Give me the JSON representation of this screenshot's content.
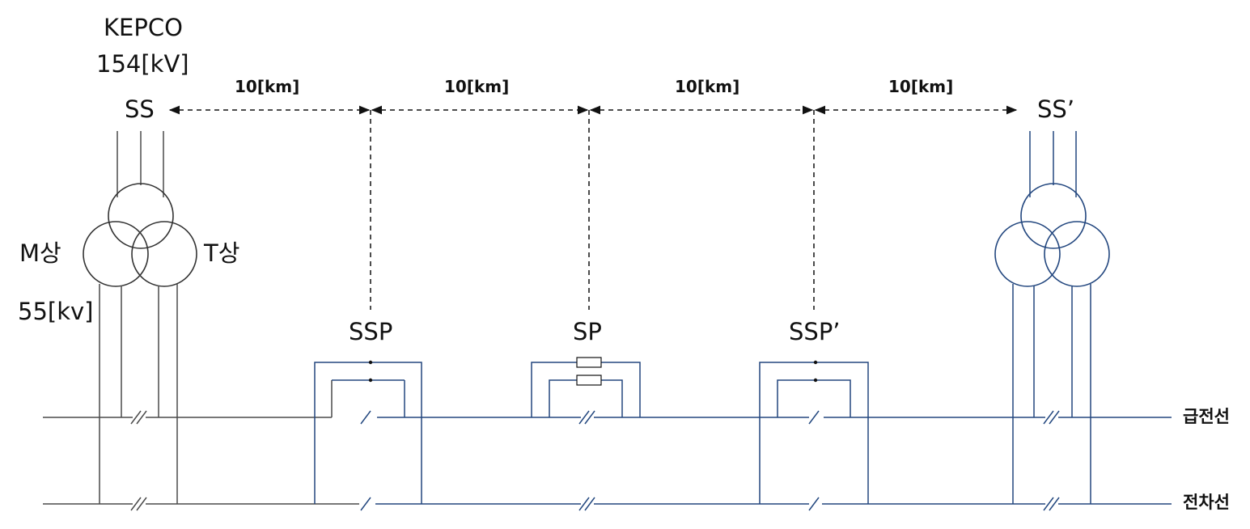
{
  "source": {
    "company": "KEPCO",
    "voltage": "154[kV]"
  },
  "stations": {
    "ss": "SS",
    "ssp": "SSP",
    "sp": "SP",
    "ssp_prime": "SSP’",
    "ss_prime": "SS’"
  },
  "phases": {
    "m": "M상",
    "t": "T상",
    "voltage": "55[kv]"
  },
  "distances": [
    "10[km]",
    "10[km]",
    "10[km]",
    "10[km]"
  ],
  "lines": {
    "feeder": "급전선",
    "trolley": "전차선"
  },
  "colors": {
    "left_section": "#4a4a4a",
    "right_section": "#23477f"
  }
}
